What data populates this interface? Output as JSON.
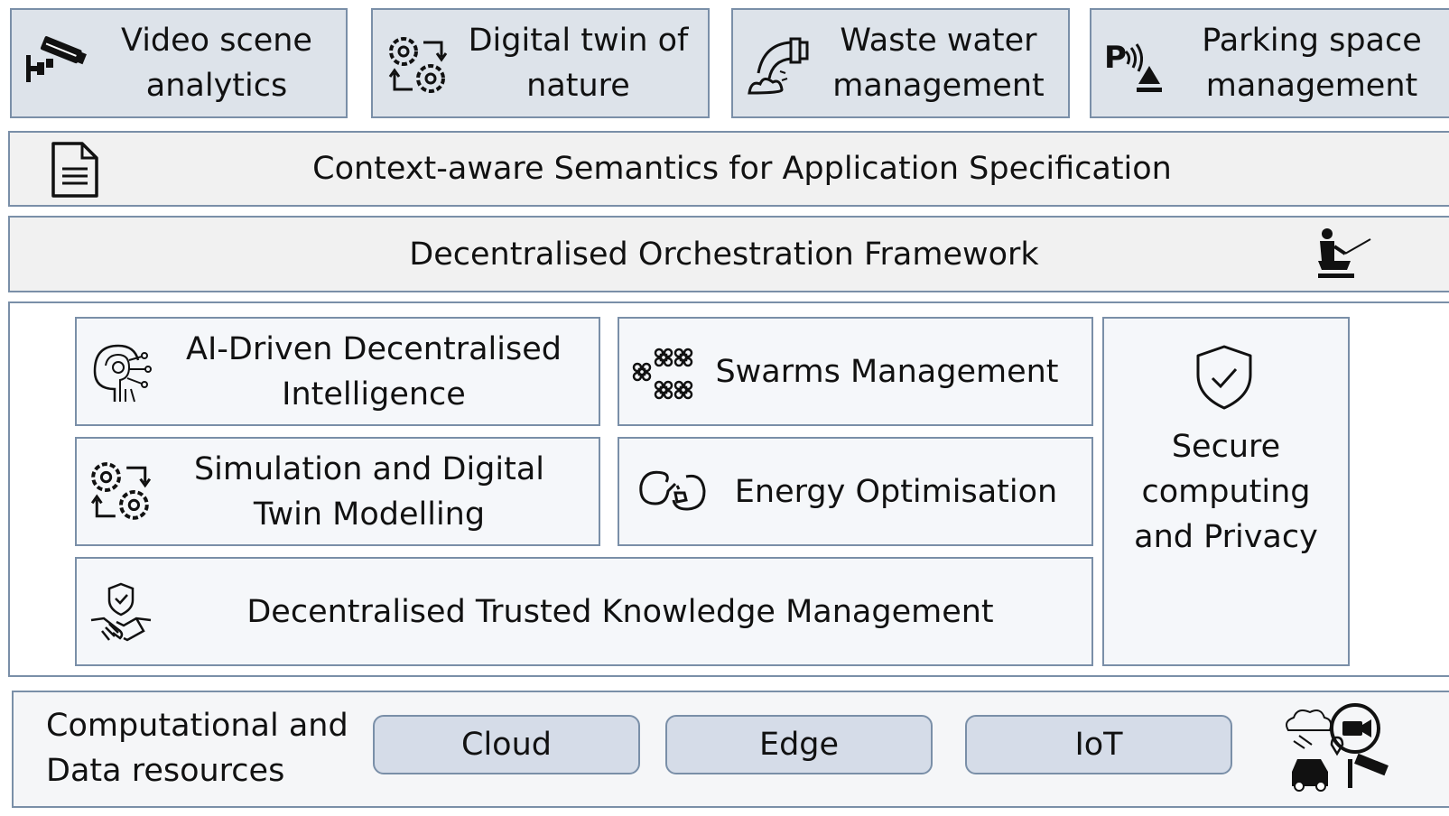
{
  "applications": [
    {
      "label": "Video scene analytics",
      "icon": "cctv-camera-icon"
    },
    {
      "label": "Digital twin of nature",
      "icon": "gears-cycle-icon"
    },
    {
      "label": "Waste water management",
      "icon": "water-pipe-icon"
    },
    {
      "label": "Parking space management",
      "icon": "parking-sensor-icon"
    }
  ],
  "semantics": {
    "label": "Context-aware Semantics for Application Specification",
    "icon": "document-icon"
  },
  "orchestration": {
    "label": "Decentralised Orchestration Framework",
    "icon": "conductor-icon"
  },
  "modules": {
    "ai": {
      "label": "AI-Driven Decentralised Intelligence",
      "icon": "ai-head-icon"
    },
    "swarms": {
      "label": "Swarms Management",
      "icon": "drone-swarm-icon"
    },
    "simulation": {
      "label": "Simulation and Digital Twin Modelling",
      "icon": "gears-cycle-icon"
    },
    "energy": {
      "label": "Energy Optimisation",
      "icon": "energy-plug-icon"
    },
    "knowledge": {
      "label": "Decentralised Trusted Knowledge Management",
      "icon": "handshake-shield-icon"
    },
    "secure": {
      "label": "Secure computing and Privacy",
      "icon": "shield-check-icon"
    }
  },
  "resources": {
    "label": "Computational and Data resources",
    "items": [
      "Cloud",
      "Edge",
      "IoT"
    ],
    "icon": "devices-cluster-icon"
  },
  "colors": {
    "box_fill": "#dde3ea",
    "border": "#7a8fa8",
    "pill_fill": "#d5dce8",
    "band_fill": "#f1f1f1"
  }
}
